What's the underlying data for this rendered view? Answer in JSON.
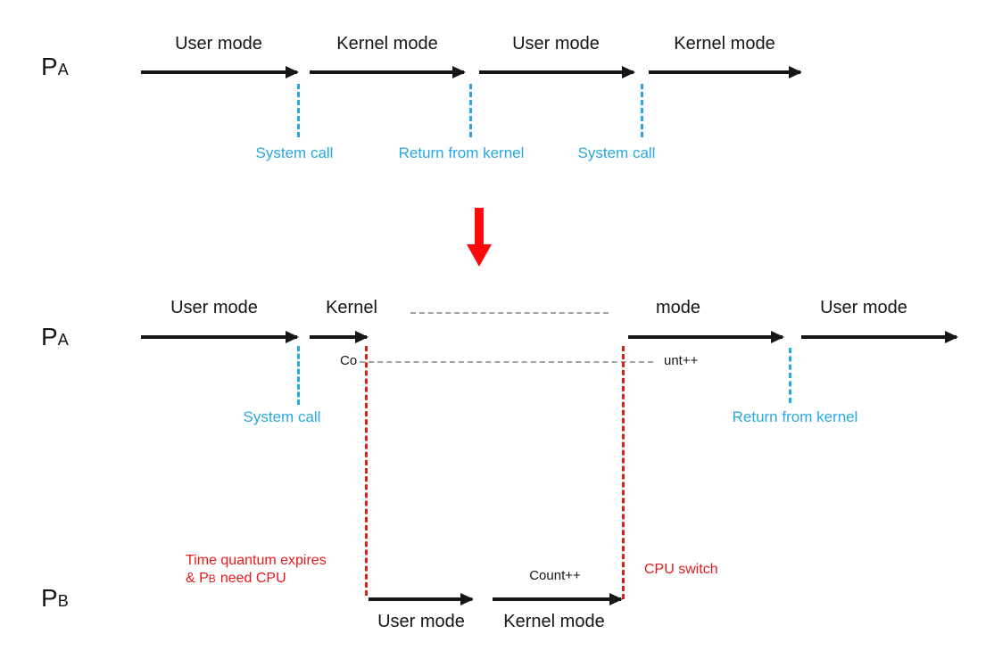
{
  "colors": {
    "event_blue": "#29a8e0",
    "note_red": "#e8191c",
    "transform_arrow_red": "#fa0a0a",
    "continuation_gray": "#a3a3a3",
    "timeline_black": "#161616"
  },
  "top_timeline": {
    "process": {
      "letter": "P",
      "subscript": "A"
    },
    "segments": [
      {
        "label": "User mode"
      },
      {
        "label": "Kernel mode"
      },
      {
        "label": "User mode"
      },
      {
        "label": "Kernel mode"
      }
    ],
    "events": [
      {
        "label": "System call"
      },
      {
        "label": "Return from kernel"
      },
      {
        "label": "System call"
      }
    ]
  },
  "bottom_timeline": {
    "pa": {
      "process": {
        "letter": "P",
        "subscript": "A"
      },
      "segments": [
        {
          "label": "User mode"
        },
        {
          "label": "Kernel"
        },
        {
          "label": "mode"
        },
        {
          "label": "User mode"
        }
      ],
      "events": [
        {
          "label": "System call"
        },
        {
          "label": "Return from kernel"
        }
      ],
      "interrupted_instruction": {
        "left": "Co",
        "right": "unt++"
      }
    },
    "pb": {
      "process": {
        "letter": "P",
        "subscript": "B"
      },
      "segments": [
        {
          "label": "User mode"
        },
        {
          "label": "Kernel mode"
        }
      ],
      "annotation": "Count++"
    },
    "notes": {
      "quantum_line1": "Time quantum expires",
      "quantum_line2_prefix": "& P",
      "quantum_line2_sub": "B",
      "quantum_line2_suffix": "need CPU",
      "cpu_switch": "CPU switch"
    }
  }
}
